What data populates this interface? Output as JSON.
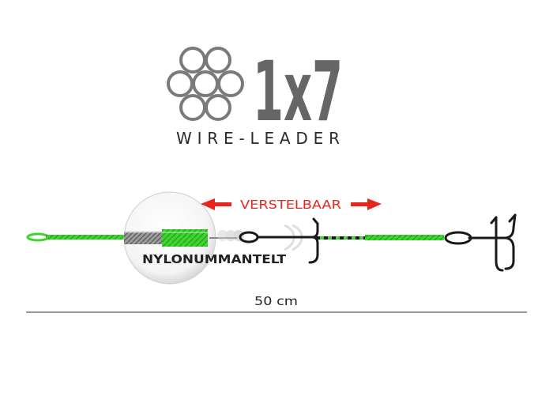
{
  "logo": {
    "title": "1x7",
    "subtitle": "WIRE-LEADER"
  },
  "labels": {
    "adjustable": "VERSTELBAAR",
    "coating": "NYLONUMMANTELT",
    "length": "50 cm"
  },
  "colors": {
    "green": "#3ed42e",
    "dark_green": "#1f8a1a",
    "arrow_red": "#e8261c",
    "logo_grey": "#666666",
    "hook_black": "#1a1a1a",
    "wire_grey": "#8a8a8a"
  },
  "icons": {
    "strands": "seven-strand-cable-icon",
    "hook": "treble-hook-icon"
  }
}
